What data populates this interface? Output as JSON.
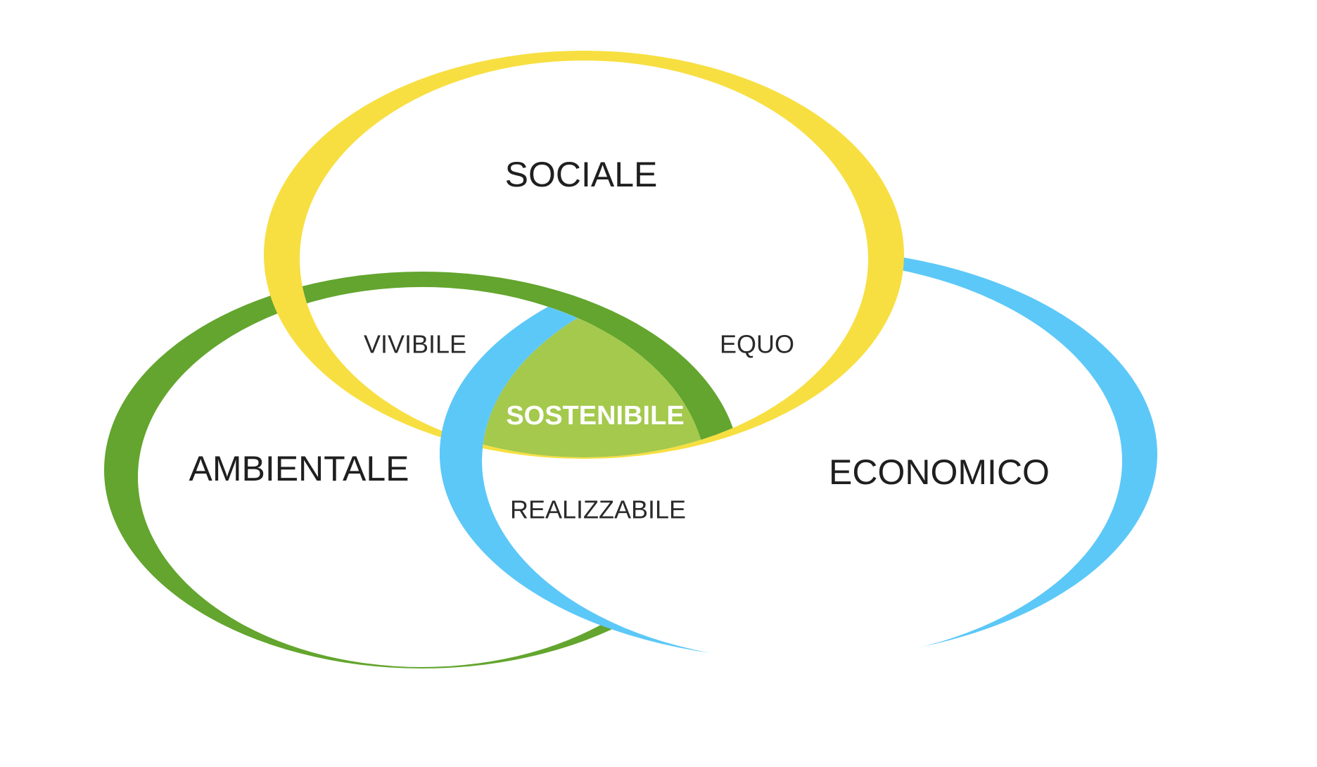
{
  "diagram": {
    "sets": {
      "social": {
        "label": "SOCIALE",
        "color": "#f7df41"
      },
      "environmental": {
        "label": "AMBIENTALE",
        "color": "#63a52e"
      },
      "economic": {
        "label": "ECONOMICO",
        "color": "#5cc8f8"
      }
    },
    "intersections": {
      "social_environmental": {
        "label": "VIVIBILE"
      },
      "social_economic": {
        "label": "EQUO"
      },
      "environmental_economic": {
        "label": "REALIZZABILE"
      },
      "all": {
        "label": "SOSTENIBILE",
        "color": "#a4c94c"
      }
    }
  }
}
